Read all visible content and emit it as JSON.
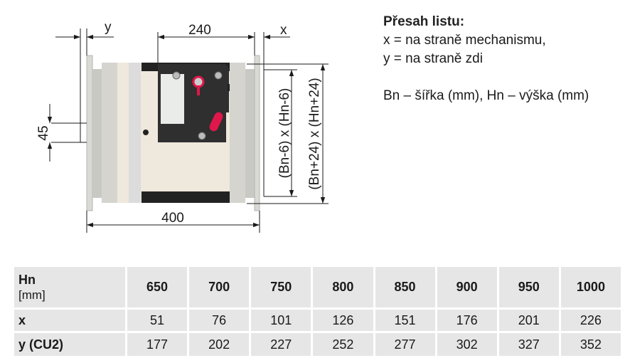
{
  "diagram": {
    "dim_y": "y",
    "dim_x": "x",
    "dim_240": "240",
    "dim_400": "400",
    "dim_45": "45",
    "dim_inner": "(Bn-6) x (Hn-6)",
    "dim_outer": "(Bn+24) x (Hn+24)"
  },
  "notes": {
    "title": "Přesah listu:",
    "line_x": "x = na straně mechanismu,",
    "line_y": "y = na straně zdi",
    "legend": "Bn – šířka (mm), Hn – výška (mm)"
  },
  "table": {
    "header_label": "Hn",
    "header_unit": "[mm]",
    "columns": [
      "650",
      "700",
      "750",
      "800",
      "850",
      "900",
      "950",
      "1000"
    ],
    "rows": [
      {
        "label": "x",
        "values": [
          "51",
          "76",
          "101",
          "126",
          "151",
          "176",
          "201",
          "226"
        ]
      },
      {
        "label": "y (CU2)",
        "values": [
          "177",
          "202",
          "227",
          "252",
          "277",
          "302",
          "327",
          "352"
        ]
      }
    ]
  },
  "colors": {
    "accent_red": "#e0174a",
    "mechanism": "#2b2b2b",
    "panel": "#efe8dc",
    "table_bg": "#e6e6e6"
  }
}
